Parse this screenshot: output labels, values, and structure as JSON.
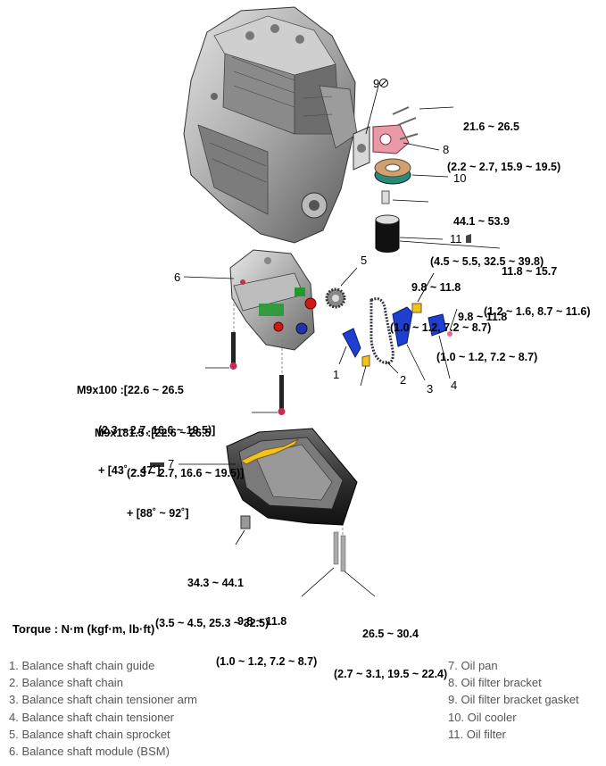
{
  "torques": {
    "t1": {
      "line1": "21.6 ~ 26.5",
      "line2": "(2.2 ~ 2.7, 15.9 ~ 19.5)"
    },
    "t2": {
      "line1": "44.1 ~ 53.9",
      "line2": "(4.5 ~ 5.5, 32.5 ~ 39.8)"
    },
    "t3": {
      "line1": "11.8 ~ 15.7",
      "line2": "(1.2 ~ 1.6, 8.7 ~ 11.6)"
    },
    "t4": {
      "line1": "9.8 ~ 11.8",
      "line2": "(1.0 ~ 1.2, 7.2 ~ 8.7)"
    },
    "t5": {
      "line1": "9.8 ~ 11.8",
      "line2": "(1.0 ~ 1.2, 7.2 ~ 8.7)"
    },
    "t6": {
      "line1": "34.3 ~ 44.1",
      "line2": "(3.5 ~ 4.5, 25.3 ~ 32.5)"
    },
    "t7": {
      "line1": "9.8 ~ 11.8",
      "line2": "(1.0 ~ 1.2, 7.2 ~ 8.7)"
    },
    "t8": {
      "line1": "26.5 ~ 30.4",
      "line2": "(2.7 ~ 3.1, 19.5 ~ 22.4)"
    }
  },
  "bolts": {
    "m9x100": {
      "line1": "M9x100 :[22.6 ~ 26.5",
      "line2": "(2.3 ~ 2.7, 16.6 ~ 19.5)]",
      "line3": "+ [43˚ ~ 47˚]"
    },
    "m9x181": {
      "line1": "M9x181.5 :[22.6 ~ 26.5",
      "line2": "(2.3 ~ 2.7, 16.6 ~ 19.5)]",
      "line3": "+ [88˚ ~ 92˚]"
    }
  },
  "callouts": [
    "1",
    "2",
    "3",
    "4",
    "5",
    "6",
    "7",
    "8",
    "9",
    "10",
    "11"
  ],
  "torque_unit": "Torque : N·m (kgf·m, lb·ft)",
  "legend": [
    "1. Balance shaft chain guide",
    "2. Balance shaft chain",
    "3. Balance shaft chain tensioner arm",
    "4. Balance shaft chain tensioner",
    "5. Balance shaft chain sprocket",
    "6. Balance shaft module (BSM)",
    "7. Oil pan",
    "8. Oil filter bracket",
    "9. Oil filter bracket gasket",
    "10. Oil cooler",
    "11. Oil filter"
  ],
  "colors": {
    "part_blue": "#1e3fd0",
    "part_yellow": "#f2c418",
    "part_red": "#d01818",
    "part_green": "#1e9a2e",
    "part_pink": "#e86a8a",
    "metal": "#9a9a9a"
  }
}
